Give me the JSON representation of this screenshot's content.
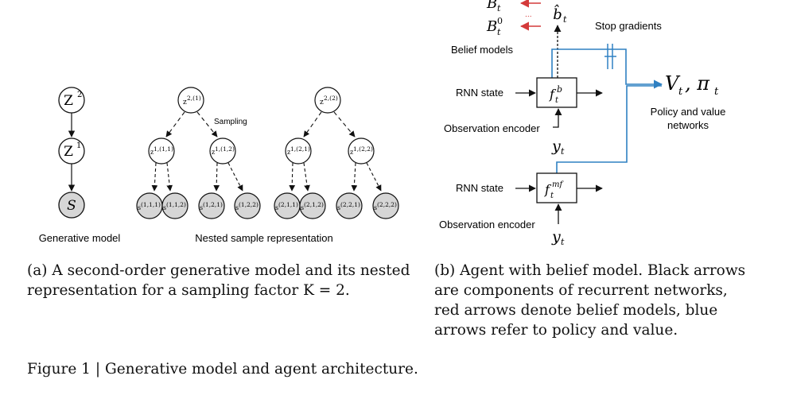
{
  "left": {
    "nodes": {
      "z2": "Z",
      "z2_sup": "2",
      "z1": "Z",
      "z1_sup": "1",
      "s": "S"
    },
    "label_generative": "Generative model",
    "label_nested": "Nested sample representation",
    "sampling": "Sampling",
    "root_a": "z",
    "root_a_sup": "2,(1)",
    "root_b": "z",
    "root_b_sup": "2,(2)",
    "mid_nodes": [
      {
        "base": "z",
        "sup": "1,(1,1)"
      },
      {
        "base": "z",
        "sup": "1,(1,2)"
      },
      {
        "base": "z",
        "sup": "1,(2,1)"
      },
      {
        "base": "z",
        "sup": "1,(2,2)"
      }
    ],
    "leaf_nodes": [
      {
        "base": "s",
        "sup": "(1,1,1)"
      },
      {
        "base": "s",
        "sup": "(1,1,2)"
      },
      {
        "base": "s",
        "sup": "(1,2,1)"
      },
      {
        "base": "s",
        "sup": "(1,2,2)"
      },
      {
        "base": "s",
        "sup": "(2,1,1)"
      },
      {
        "base": "s",
        "sup": "(2,1,2)"
      },
      {
        "base": "s",
        "sup": "(2,2,1)"
      },
      {
        "base": "s",
        "sup": "(2,2,2)"
      }
    ],
    "caption": "(a) A second-order generative model and its nested representation for a sampling factor K = 2."
  },
  "right": {
    "belief_b": "B",
    "belief_b_sub": "t",
    "belief_b0": "B",
    "belief_b0_sup": "0",
    "belief_b0_sub": "t",
    "dots": "...",
    "bhat": "b̂",
    "bhat_sub": "t",
    "belief_models": "Belief models",
    "stop_gradients": "Stop gradients",
    "rnn_state_1": "RNN state",
    "rnn_state_2": "RNN state",
    "f_b": "f",
    "f_b_sup": "b",
    "f_b_sub": "t",
    "f_mf": "f",
    "f_mf_sup": "mf",
    "f_mf_sub": "t",
    "obs_enc_1": "Observation encoder",
    "obs_enc_2": "Observation encoder",
    "y1": "y",
    "y1_sub": "t",
    "y2": "y",
    "y2_sub": "t",
    "vpi": "V",
    "vpi_sub1": "t",
    "vpi_sep": ", π",
    "vpi_sub2": "t",
    "policy_value": "Policy and value",
    "networks": "networks",
    "caption": "(b) Agent with belief model. Black arrows are components of recurrent networks, red arrows denote belief models, blue arrows refer to policy and value."
  },
  "figure_caption": "Figure 1 | Generative model and agent architecture.",
  "colors": {
    "red": "#d43a3a",
    "blue": "#2f80c2",
    "leaf_fill": "#d6d6d6",
    "ink": "#111111"
  }
}
